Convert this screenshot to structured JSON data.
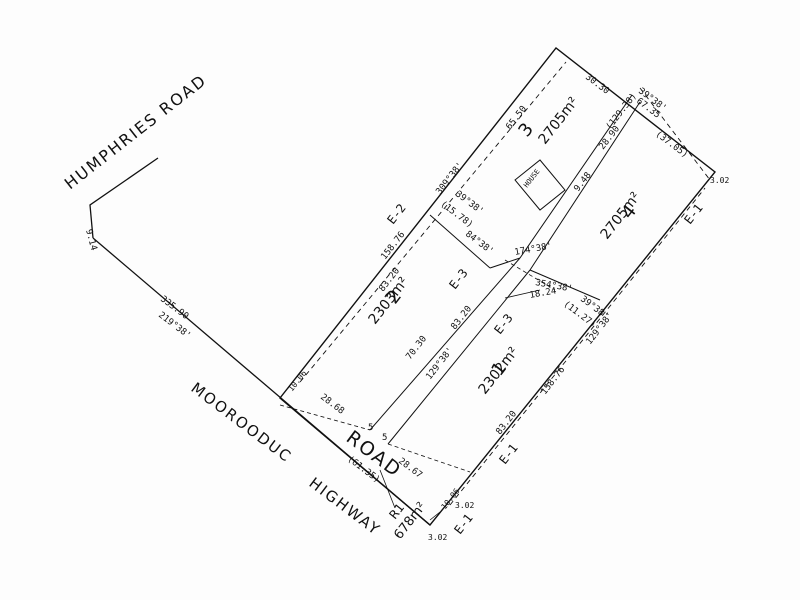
{
  "roads": {
    "humphries": "HUMPHRIES ROAD",
    "mooroodur": "MOOROODUC",
    "highway": "HIGHWAY",
    "road": "ROAD"
  },
  "lots": {
    "lot1": {
      "number": "1",
      "area": "2302m²"
    },
    "lot2": {
      "number": "2",
      "area": "2303m²"
    },
    "lot3": {
      "number": "3",
      "area": "2705m²"
    },
    "lot4": {
      "number": "4",
      "area": "2705m²"
    },
    "r1": {
      "number": "R1",
      "area": "678m²"
    }
  },
  "easements": {
    "e1": "E-1",
    "e2": "E-2",
    "e3": "E-3"
  },
  "house_label": "HOUSE",
  "dims": {
    "d1": "335.90",
    "b1": "219°38'",
    "d2": "9.14",
    "d3": "65.50",
    "b2": "309°38'",
    "d4": "158.76",
    "d5": "83.20",
    "d6": "30.30",
    "d7": "39°38'",
    "d8": "67.35",
    "d9": "(37.05)",
    "d10": "3.02",
    "d11": "129°38'",
    "d12": "158.76",
    "d13": "83.20",
    "d14": "28.67",
    "d15": "(61.35)",
    "d16": "28.68",
    "d17": "10.06",
    "d18": "70.30",
    "d19": "83.20",
    "d20": "354°38'",
    "d21": "18.24",
    "d22": "84°38'",
    "d23": "174°38'",
    "d24": "(15.78)",
    "d25": "39°38'",
    "d26": "28.90",
    "d27": "9.48",
    "d28": "5",
    "d29": "(11.27)",
    "d30": "39°38'",
    "d31": "129°38'",
    "d32": "(129.38)"
  }
}
